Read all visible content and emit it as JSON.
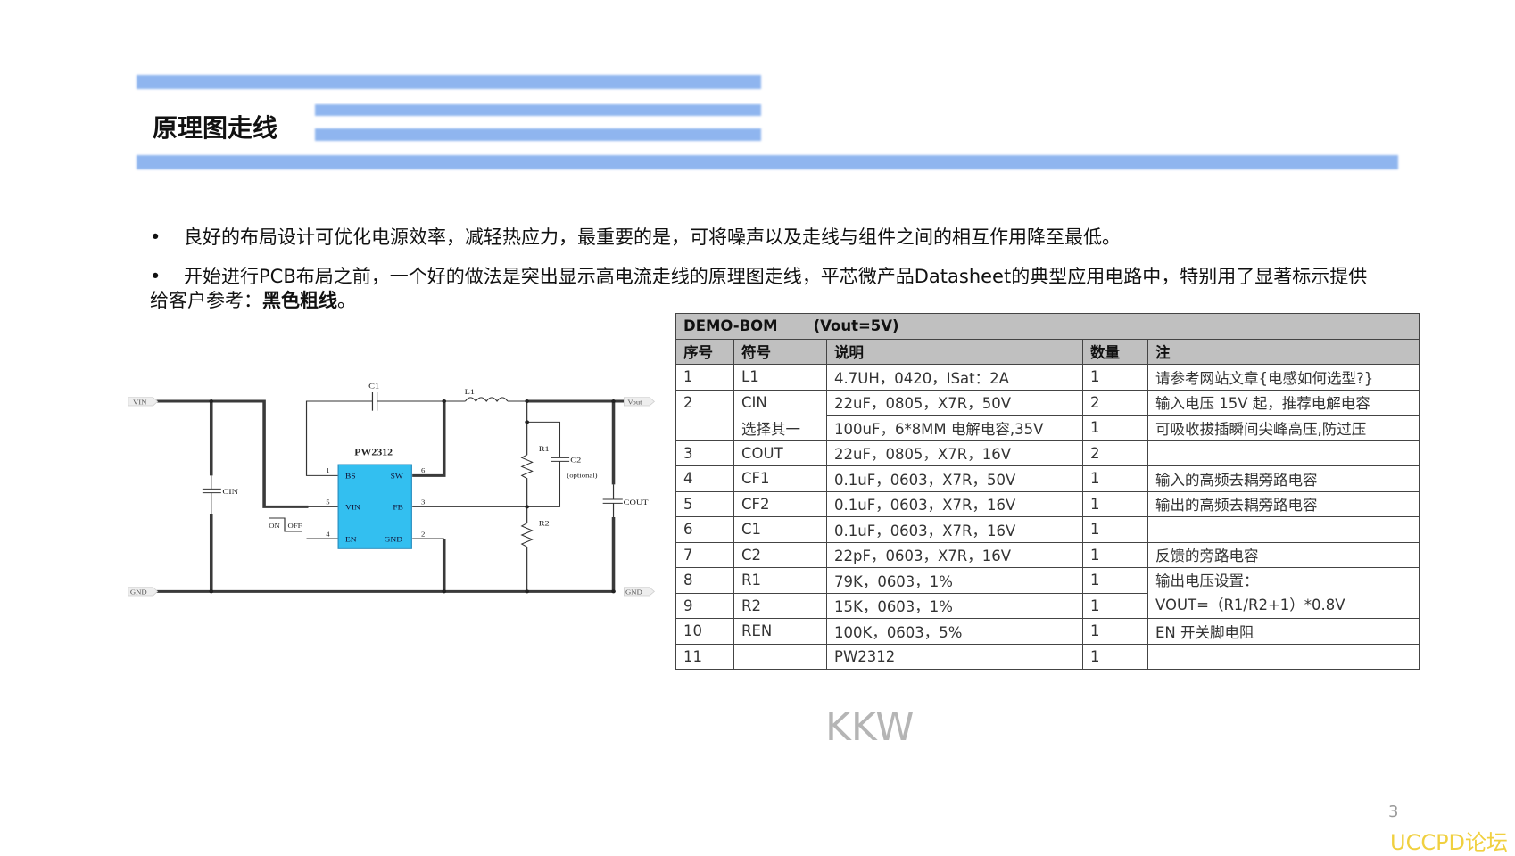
{
  "title": "原理图走线",
  "bullets": [
    "良好的布局设计可优化电源效率，减轻热应力，最重要的是，可将噪声以及走线与组件之间的相互作用降至最低。",
    "开始进行PCB布局之前，一个好的做法是突出显示高电流走线的原理图走线，平芯微产品Datasheet的典型应用电路中，特别用了显著标示提供给客户参考："
  ],
  "bullet2_bold": "黑色粗线",
  "bullet2_end": "。",
  "schematic": {
    "ic_name": "PW2312",
    "pins": {
      "bs": "BS",
      "sw": "SW",
      "vin": "VIN",
      "fb": "FB",
      "en": "EN",
      "gnd": "GND"
    },
    "pin_numbers": {
      "bs": "1",
      "sw": "6",
      "vin": "5",
      "fb": "3",
      "en": "4",
      "gnd": "2"
    },
    "labels": {
      "vin": "VIN",
      "gnd_left": "GND",
      "vout": "Vout",
      "gnd_right": "GND",
      "c1": "C1",
      "l1": "L1",
      "cin": "CIN",
      "cout": "COUT",
      "r1": "R1",
      "r2": "R2",
      "c2": "C2",
      "c2_note": "(optional)",
      "on": "ON",
      "off": "OFF"
    },
    "ic_color": "#33bff0"
  },
  "bom": {
    "title": "DEMO-BOM",
    "subtitle": "(Vout=5V)",
    "headers": [
      "序号",
      "符号",
      "说明",
      "数量",
      "注"
    ],
    "rows": [
      {
        "no": "1",
        "sym": "L1",
        "desc": "4.7UH，0420，ISat：2A",
        "qty": "1",
        "note": "请参考网站文章{电感如何选型?}"
      },
      {
        "no": "2",
        "sym": "CIN",
        "desc": "22uF，0805，X7R，50V",
        "qty": "2",
        "note": "输入电压 15V 起，推荐电解电容"
      },
      {
        "no": "",
        "sym": "选择其一",
        "desc": "100uF，6*8MM 电解电容,35V",
        "qty": "1",
        "note": "可吸收拔插瞬间尖峰高压,防过压"
      },
      {
        "no": "3",
        "sym": "COUT",
        "desc": "22uF，0805，X7R，16V",
        "qty": "2",
        "note": ""
      },
      {
        "no": "4",
        "sym": "CF1",
        "desc": "0.1uF，0603，X7R，50V",
        "qty": "1",
        "note": "输入的高频去耦旁路电容"
      },
      {
        "no": "5",
        "sym": "CF2",
        "desc": "0.1uF，0603，X7R，16V",
        "qty": "1",
        "note": "输出的高频去耦旁路电容"
      },
      {
        "no": "6",
        "sym": "C1",
        "desc": "0.1uF，0603，X7R，16V",
        "qty": "1",
        "note": ""
      },
      {
        "no": "7",
        "sym": "C2",
        "desc": "22pF，0603，X7R，16V",
        "qty": "1",
        "note": "反馈的旁路电容"
      },
      {
        "no": "8",
        "sym": "R1",
        "desc": "79K，0603，1%",
        "qty": "1",
        "note": "输出电压设置："
      },
      {
        "no": "9",
        "sym": "R2",
        "desc": "15K，0603，1%",
        "qty": "1",
        "note": "VOUT=（R1/R2+1）*0.8V"
      },
      {
        "no": "10",
        "sym": "REN",
        "desc": "100K，0603，5%",
        "qty": "1",
        "note": "EN 开关脚电阻"
      },
      {
        "no": "11",
        "sym": "",
        "desc": "PW2312",
        "qty": "1",
        "note": ""
      }
    ]
  },
  "watermark": "KKW",
  "page_number": "3",
  "logo": "UCCPD论坛"
}
